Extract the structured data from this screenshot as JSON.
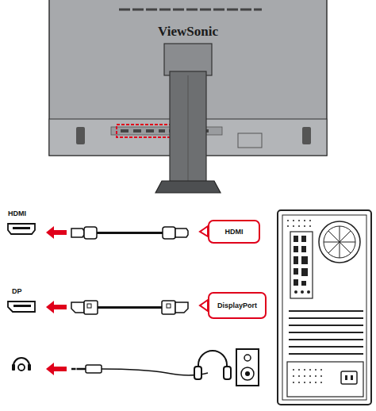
{
  "diagram": {
    "nodes": [
      {
        "text": [
          "HDMI"
        ]
      },
      {
        "text": [
          "DisplayPort"
        ]
      }
    ],
    "labels": [
      "ViewSonic",
      "HDMI",
      "DP"
    ]
  }
}
